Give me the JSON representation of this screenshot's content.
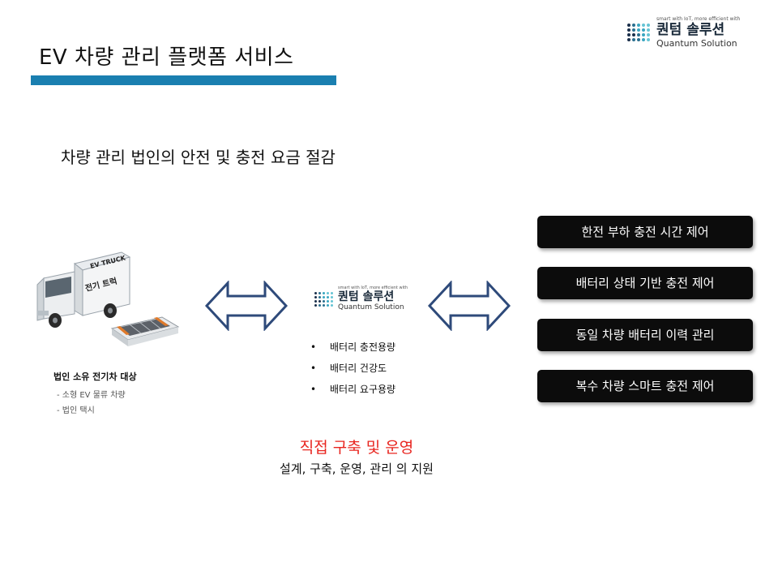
{
  "page": {
    "title": "EV 차량 관리 플랫폼 서비스",
    "subtitle": "차량 관리 법인의 안전 및 충전 요금 절감"
  },
  "logo": {
    "tagline": "smart with IoT, more efficient with",
    "name_kr": "퀀텀 솔루션",
    "name_en": "Quantum Solution",
    "dot_colors": [
      "#1a2f4a",
      "#2a6f8f",
      "#3aa6c0",
      "#66c4d4"
    ]
  },
  "truck": {
    "box_text_top": "EV TRUCK",
    "box_text_side": "전기 트럭"
  },
  "corporate": {
    "title": "법인 소유 전기차 대상",
    "items": [
      "- 소형 EV 물류 차량",
      "- 법인 택시"
    ]
  },
  "bullets": [
    "배터리 충전용량",
    "배터리 건강도",
    "배터리 요구용량"
  ],
  "services": [
    "한전 부하 충전 시간 제어",
    "배터리 상태 기반 충전 제어",
    "동일 차량 배터리 이력 관리",
    "복수 차량 스마트 충전 제어"
  ],
  "highlight": {
    "main": "직접 구축 및 운영",
    "sub": "설계, 구축, 운영, 관리 의 지원"
  },
  "colors": {
    "title_bar": "#1a7fb0",
    "arrow": "#2e4a7a",
    "pill_bg": "#0c0c0c",
    "highlight": "#e8251f"
  },
  "icons": [
    "double-arrow-icon",
    "logo-dots-icon",
    "ev-truck-image",
    "battery-pack-image"
  ]
}
